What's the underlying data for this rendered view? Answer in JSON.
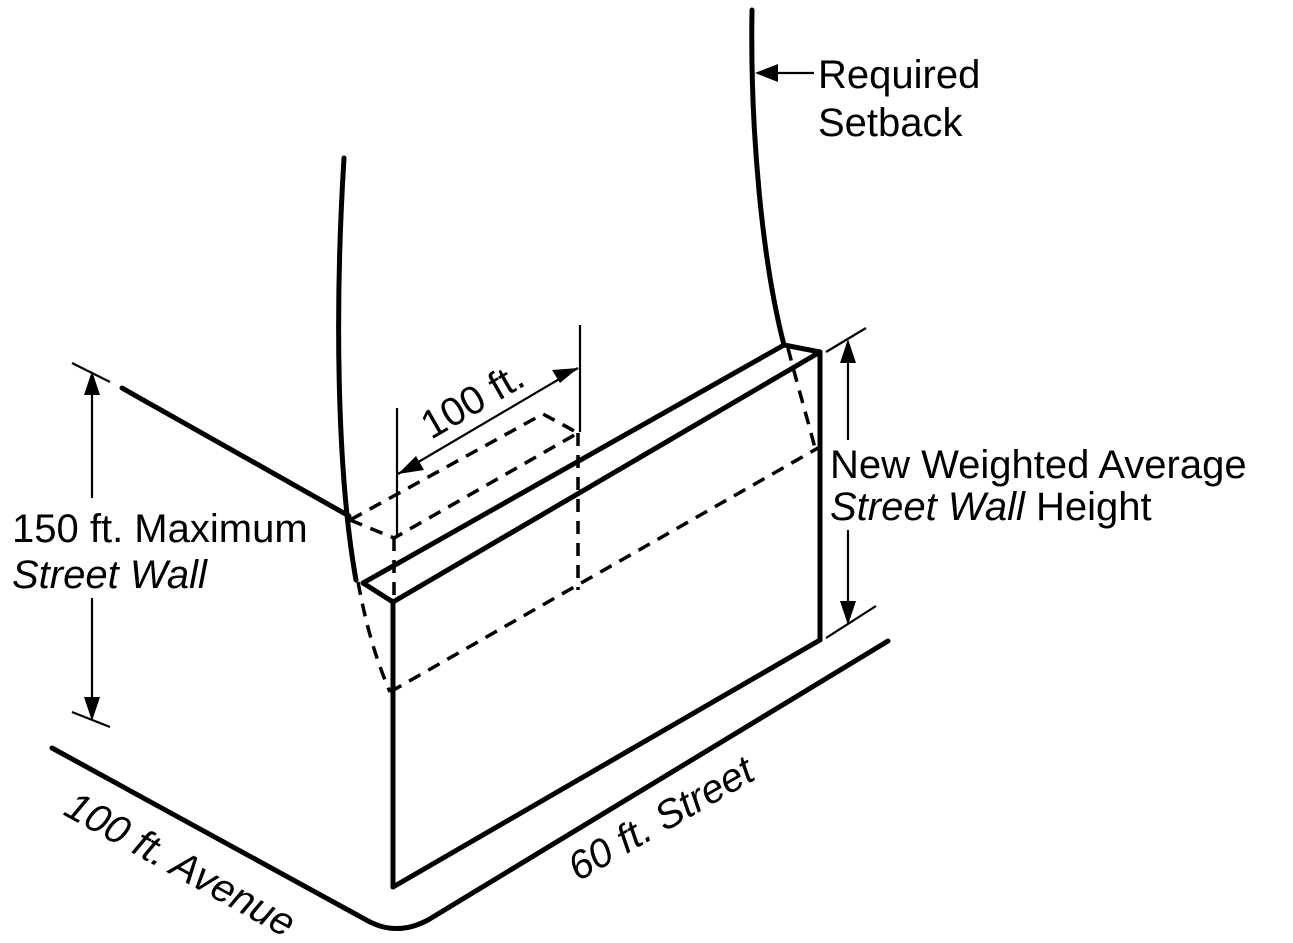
{
  "labels": {
    "required_line1": "Required",
    "required_line2": "Setback",
    "dim_100ft": "100 ft.",
    "max_line1": "150 ft. Maximum",
    "max_line2": "Street Wall",
    "new_line1": "New Weighted Average",
    "new_line2_italic": "Street Wall",
    "new_line2_rest": " Height",
    "avenue": "100 ft. Avenue",
    "street": "60 ft. Street"
  },
  "colors": {
    "line": "#000000",
    "background": "#ffffff"
  }
}
